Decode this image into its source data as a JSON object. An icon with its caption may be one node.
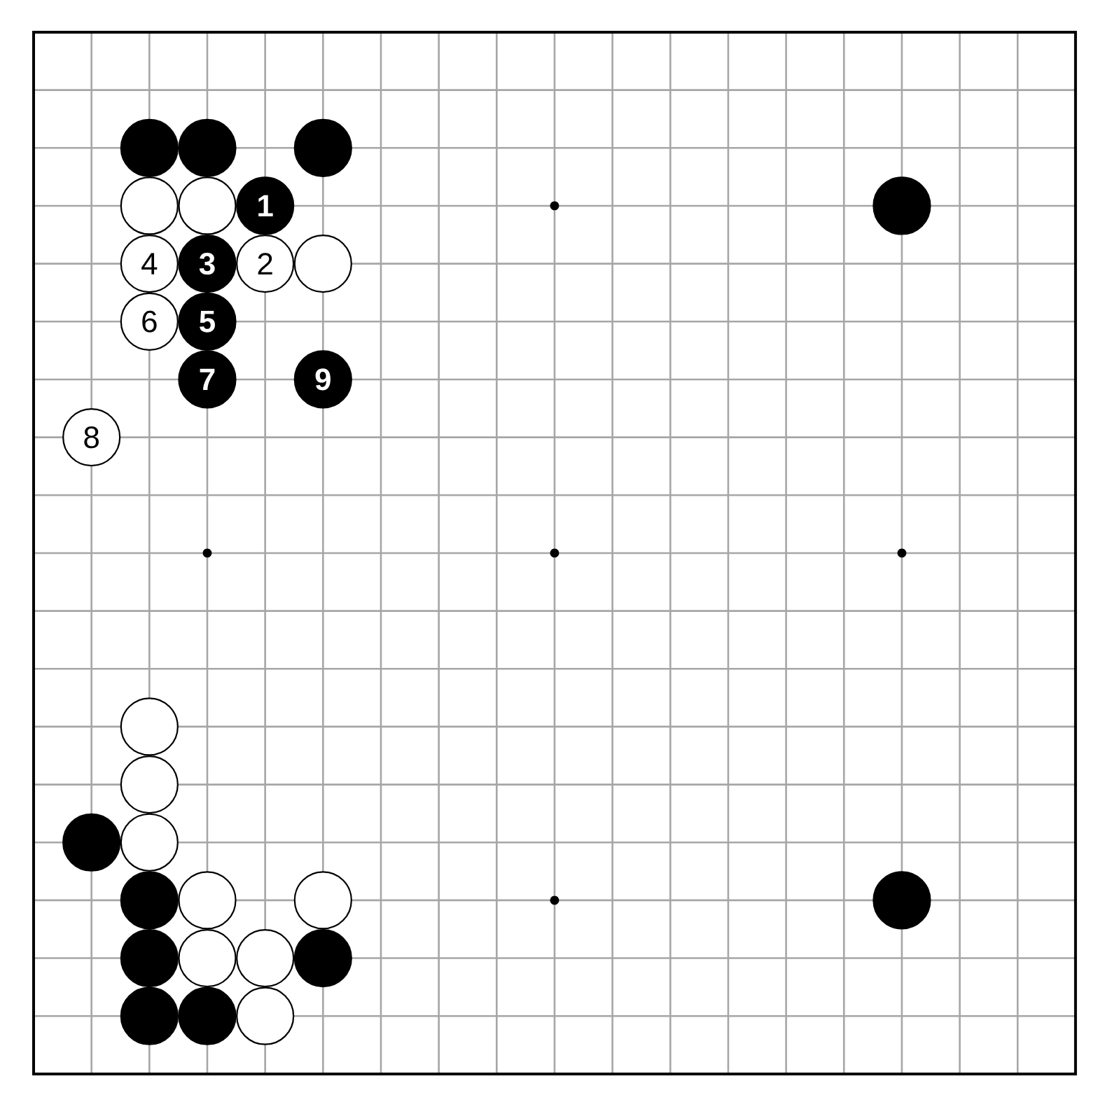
{
  "diagram": {
    "nodes": [
      {
        "text": [],
        "shape": "circle"
      },
      {
        "text": [],
        "shape": "circle"
      },
      {
        "text": [],
        "shape": "circle"
      },
      {
        "text": [],
        "shape": "circle"
      },
      {
        "text": [],
        "shape": "circle"
      },
      {
        "text": [
          "1"
        ]
      },
      {
        "text": [],
        "shape": "circle"
      },
      {
        "text": [
          "4"
        ]
      },
      {
        "text": [
          "3"
        ]
      },
      {
        "text": [
          "2"
        ]
      },
      {
        "text": [],
        "shape": "circle"
      },
      {
        "text": [
          "6"
        ]
      },
      {
        "text": [
          "5"
        ]
      },
      {
        "text": [
          "7"
        ]
      },
      {
        "text": [
          "9"
        ]
      },
      {
        "text": [
          "8"
        ]
      },
      {
        "text": [],
        "shape": "circle"
      },
      {
        "text": [],
        "shape": "circle"
      },
      {
        "text": [],
        "shape": "circle"
      },
      {
        "text": [],
        "shape": "circle"
      },
      {
        "text": [],
        "shape": "circle"
      },
      {
        "text": [],
        "shape": "circle"
      },
      {
        "text": [],
        "shape": "circle"
      },
      {
        "text": [],
        "shape": "circle"
      },
      {
        "text": [],
        "shape": "circle"
      },
      {
        "text": [],
        "shape": "circle"
      },
      {
        "text": [],
        "shape": "circle"
      },
      {
        "text": [],
        "shape": "circle"
      },
      {
        "text": [],
        "shape": "circle"
      },
      {
        "text": [],
        "shape": "circle"
      },
      {
        "text": [],
        "shape": "circle"
      }
    ]
  }
}
